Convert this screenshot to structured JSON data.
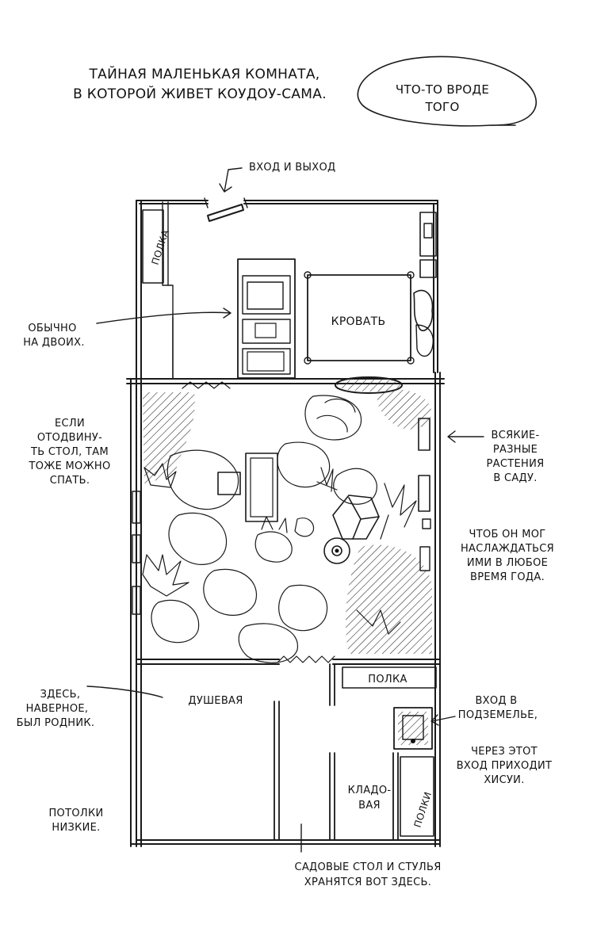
{
  "title": [
    "ТАЙНАЯ МАЛЕНЬКАЯ КОМНАТА,",
    "В КОТОРОЙ ЖИВЕТ КОУДОУ-САМА."
  ],
  "bubble": [
    "ЧТО-ТО ВРОДЕ",
    "ТОГО"
  ],
  "entrance": "ВХОД И ВЫХОД",
  "rooms": {
    "shelf_top": "ПОЛКА",
    "bed": "КРОВАТЬ",
    "shelf_mid": "ПОЛКА",
    "shower": "ДУШЕВАЯ",
    "storage": [
      "КЛАДО-",
      "ВАЯ"
    ],
    "shelves_bottom": "ПОЛКИ"
  },
  "notes": {
    "for_two": [
      "ОБЫЧНО",
      "НА ДВОИХ."
    ],
    "move_table": [
      "ЕСЛИ",
      "ОТОДВИНУ-",
      "ТЬ СТОЛ, ТАМ",
      "ТОЖЕ МОЖНО",
      "СПАТЬ."
    ],
    "plants": [
      "ВСЯКИЕ-",
      "РАЗНЫЕ",
      "РАСТЕНИЯ",
      "В САДУ."
    ],
    "seasons": [
      "ЧТОБ ОН МОГ",
      "НАСЛАЖДАТЬСЯ",
      "ИМИ В ЛЮБОЕ",
      "ВРЕМЯ ГОДА."
    ],
    "spring": [
      "ЗДЕСЬ,",
      "НАВЕРНОЕ,",
      "БЫЛ РОДНИК."
    ],
    "dungeon": [
      "ВХОД В",
      "ПОДЗЕМЕЛЬЕ,"
    ],
    "hisui": [
      "ЧЕРЕЗ ЭТОТ",
      "ВХОД ПРИХОДИТ",
      "ХИСУИ."
    ],
    "ceilings": [
      "ПОТОЛКИ",
      "НИЗКИЕ."
    ],
    "garden_furniture": [
      "САДОВЫЕ СТОЛ И СТУЛЬЯ",
      "ХРАНЯТСЯ ВОТ ЗДЕСЬ."
    ]
  }
}
